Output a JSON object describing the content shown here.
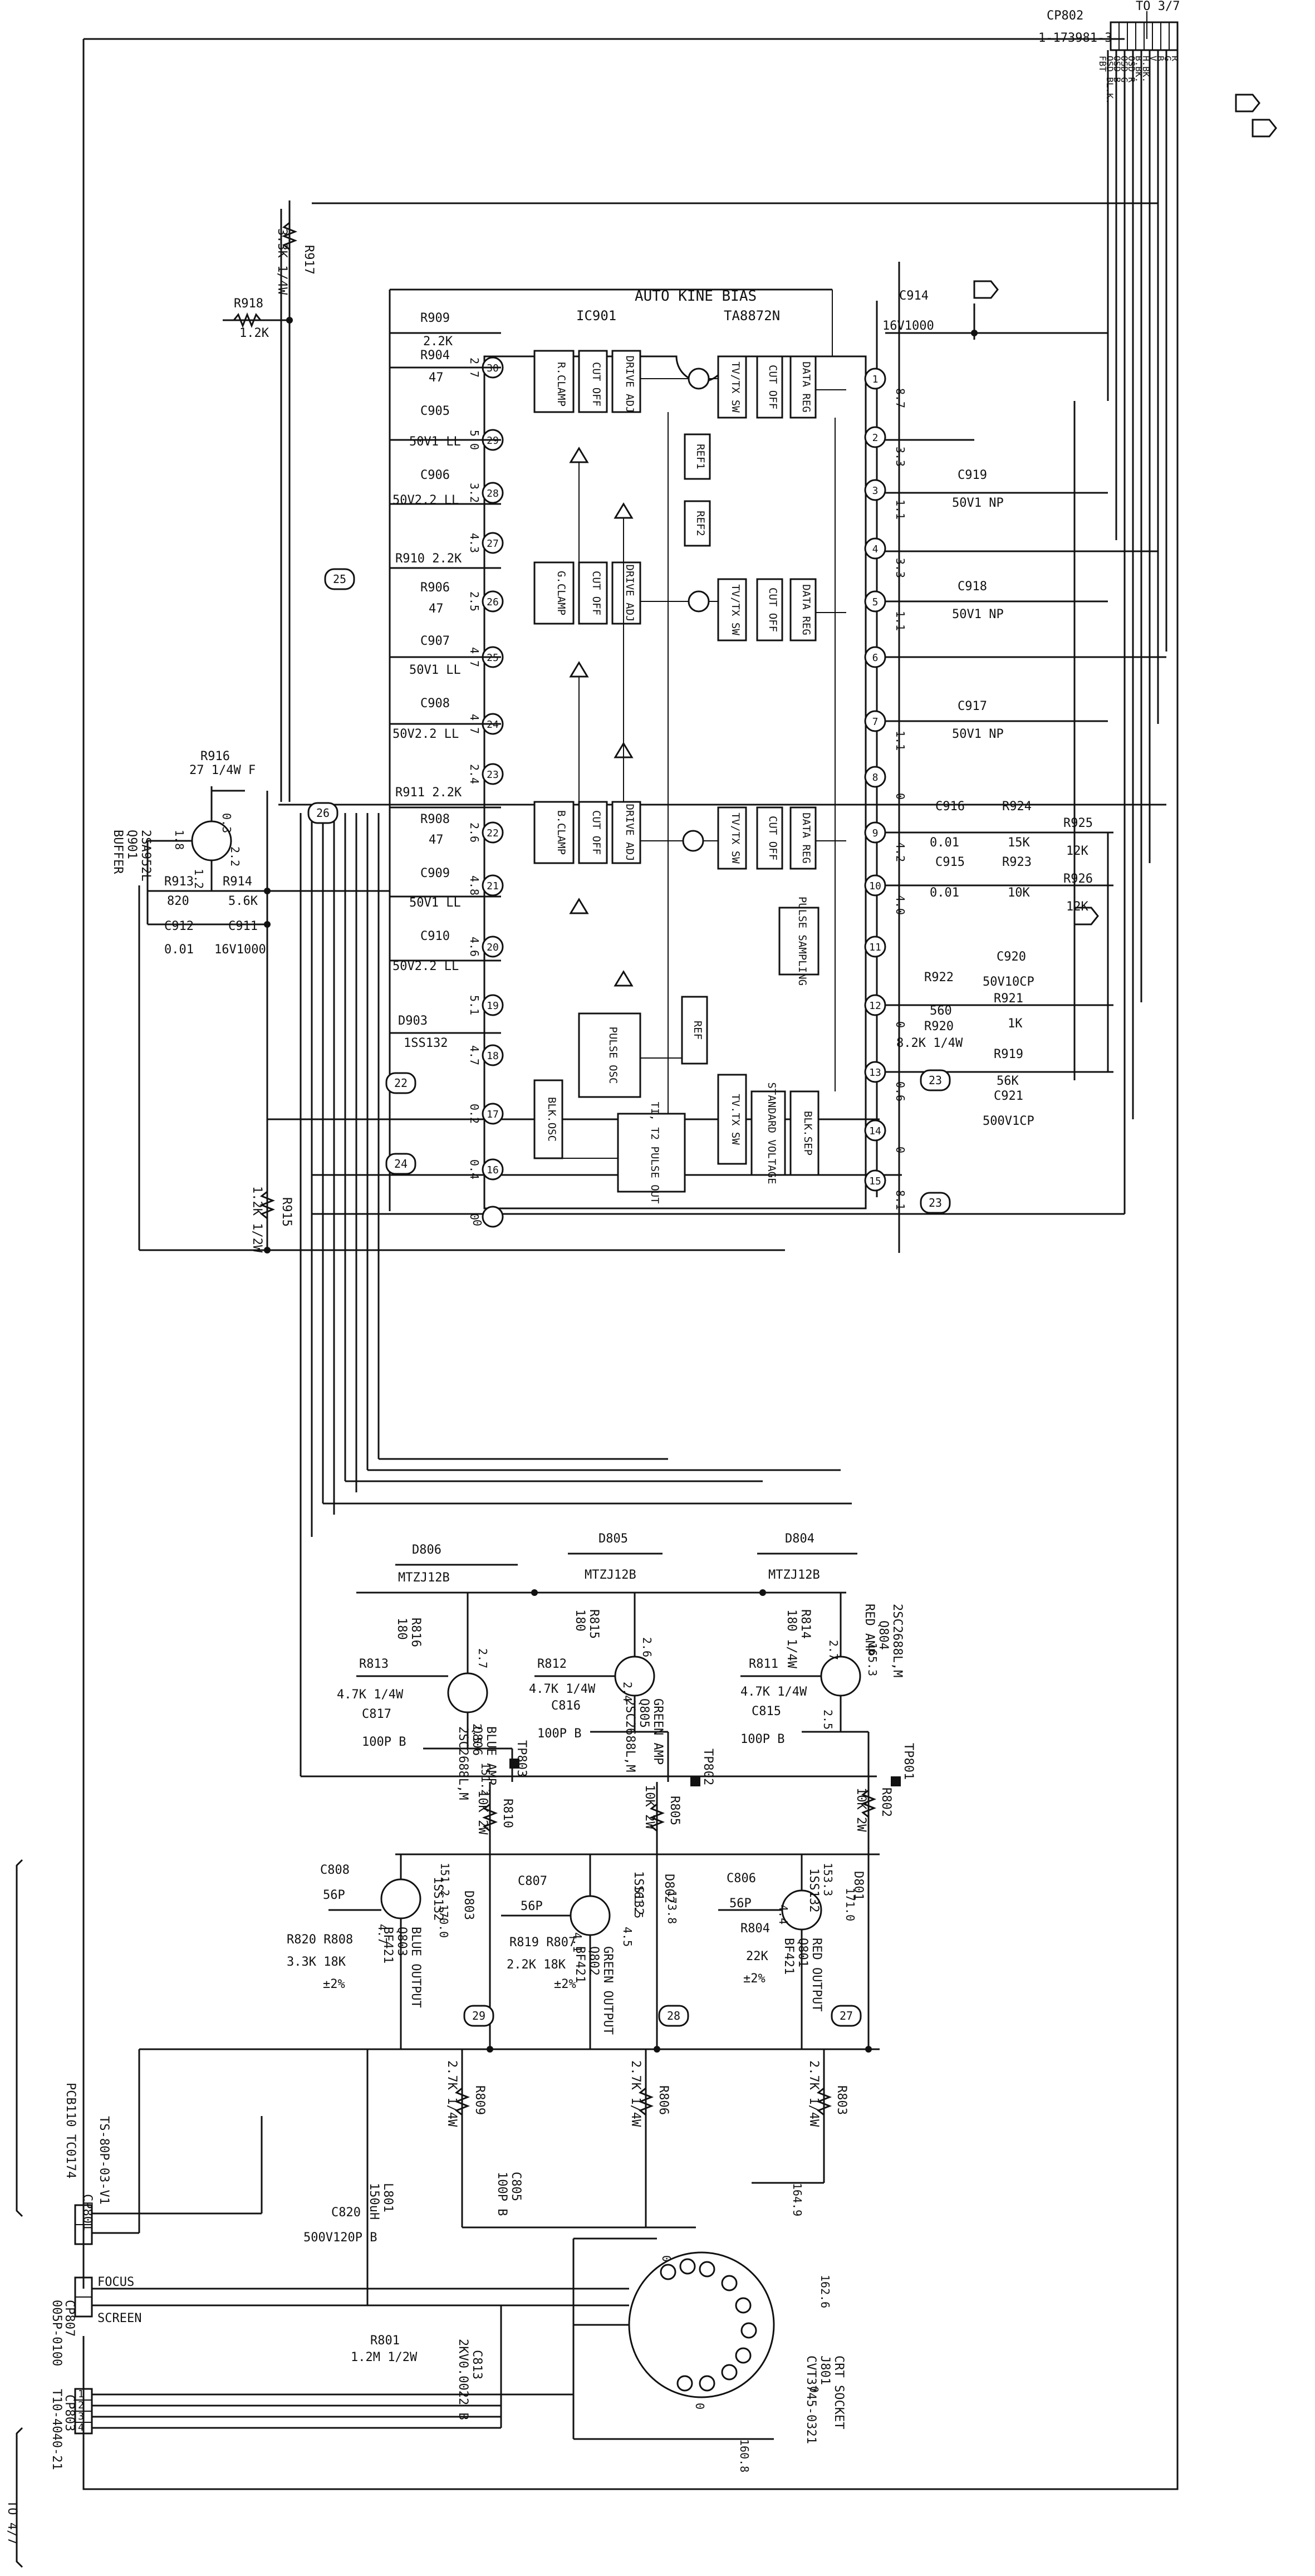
{
  "header": {
    "connector": "CP802",
    "part": "1-173981-3",
    "to_sheet": "TO 3/7",
    "pins": [
      "R",
      "G",
      "B",
      "V",
      "H.BK.",
      "B.BK.",
      "OSD R",
      "OSD G",
      "OSD B",
      "OSD BL.K.",
      "FBT"
    ]
  },
  "ic": {
    "title": "AUTO KINE BIAS",
    "ref": "IC901",
    "part": "TA8872N",
    "blocks": [
      "R.CLAMP",
      "CUT OFF",
      "DRIVE ADJ",
      "G.CLAMP",
      "CUT OFF",
      "DRIVE ADJ",
      "B.CLAMP",
      "CUT OFF",
      "DRIVE ADJ",
      "TV/TX SW",
      "CUT OFF",
      "DATA REG",
      "TV/TX SW",
      "CUT OFF",
      "DATA REG",
      "TV/TX SW",
      "CUT OFF",
      "DATA REG",
      "REF1",
      "REF2",
      "PULSE SAMPLING",
      "PULSE OSC",
      "TI, T2 PULSE OUT",
      "BLK.OSC",
      "TV.TX SW",
      "STANDARD VOLTAGE",
      "BLK.SEP",
      "REF"
    ],
    "left_pins": [
      {
        "n": "30",
        "v": "2.7"
      },
      {
        "n": "29",
        "v": "5.0"
      },
      {
        "n": "28",
        "v": "3.2"
      },
      {
        "n": "27",
        "v": "4.3"
      },
      {
        "n": "26",
        "v": "2.5"
      },
      {
        "n": "25",
        "v": "4.7"
      },
      {
        "n": "24",
        "v": "4.7"
      },
      {
        "n": "23",
        "v": "2.4"
      },
      {
        "n": "22",
        "v": "2.6"
      },
      {
        "n": "21",
        "v": "4.8"
      },
      {
        "n": "20",
        "v": "4.6"
      },
      {
        "n": "19",
        "v": "5.1"
      },
      {
        "n": "18",
        "v": "4.7"
      },
      {
        "n": "17",
        "v": "0.2"
      },
      {
        "n": "16",
        "v": "0.4"
      },
      {
        "n": "",
        "v": "0"
      }
    ],
    "right_pins": [
      {
        "n": "1",
        "v": "8.7"
      },
      {
        "n": "2",
        "v": "3.3"
      },
      {
        "n": "3",
        "v": "1.1"
      },
      {
        "n": "4",
        "v": "3.3"
      },
      {
        "n": "5",
        "v": "1.1"
      },
      {
        "n": "6",
        "v": ""
      },
      {
        "n": "7",
        "v": "1.1"
      },
      {
        "n": "8",
        "v": "0"
      },
      {
        "n": "9",
        "v": "4.2"
      },
      {
        "n": "10",
        "v": "4.0"
      },
      {
        "n": "11",
        "v": ""
      },
      {
        "n": "12",
        "v": "0"
      },
      {
        "n": "13",
        "v": "0.6"
      },
      {
        "n": "14",
        "v": "0"
      },
      {
        "n": "15",
        "v": "8.1"
      }
    ]
  },
  "components": {
    "R917": [
      "R917",
      "3.3K 1/4W"
    ],
    "R918": [
      "R918",
      "1.2K"
    ],
    "R909": [
      "R909",
      "2.2K",
      "R904",
      "47"
    ],
    "C905": [
      "C905",
      "50V1 LL"
    ],
    "C906": [
      "C906",
      "50V2.2 LL"
    ],
    "R910": [
      "R910 2.2K",
      "R906",
      "47"
    ],
    "C907": [
      "C907",
      "50V1 LL"
    ],
    "C908": [
      "C908",
      "50V2.2 LL"
    ],
    "R911": [
      "R911 2.2K",
      "R908",
      "47"
    ],
    "C909": [
      "C909",
      "50V1 LL"
    ],
    "C910": [
      "C910",
      "50V2.2 LL"
    ],
    "D903": [
      "D903",
      "1SS132"
    ],
    "R916": [
      "R916",
      "27 1/4W F"
    ],
    "Q901": [
      "BUFFER",
      "Q901",
      "2SA952L"
    ],
    "R913": [
      "R913",
      "820"
    ],
    "R914": [
      "R914",
      "5.6K"
    ],
    "C912": [
      "C912",
      "0.01"
    ],
    "C911": [
      "C911",
      "16V1000"
    ],
    "R915": [
      "R915",
      "1.2K 1/2W"
    ],
    "C914": [
      "C914",
      "16V1000"
    ],
    "C919": [
      "C919",
      "50V1 NP"
    ],
    "C918": [
      "C918",
      "50V1 NP"
    ],
    "C917": [
      "C917",
      "50V1 NP"
    ],
    "C916": [
      "C916",
      "0.01"
    ],
    "R924": [
      "R924",
      "15K"
    ],
    "R925": [
      "R925",
      "12K"
    ],
    "C915": [
      "C915",
      "0.01"
    ],
    "R923": [
      "R923",
      "10K"
    ],
    "R926": [
      "R926",
      "12K"
    ],
    "R922": [
      "R922",
      "560"
    ],
    "C920": [
      "C920",
      "50V10CP"
    ],
    "R921": [
      "R921",
      "1K"
    ],
    "R920": [
      "R920",
      "8.2K 1/4W"
    ],
    "R919": [
      "R919",
      "56K"
    ],
    "C921": [
      "C921",
      "500V1CP"
    ],
    "D806": [
      "D806",
      "MTZJ12B"
    ],
    "D805": [
      "D805",
      "MTZJ12B"
    ],
    "D804": [
      "D804",
      "MTZJ12B"
    ],
    "R816": [
      "R816",
      "180"
    ],
    "R815": [
      "R815",
      "180"
    ],
    "R814": [
      "R814",
      "180 1/4W"
    ],
    "R813": [
      "R813",
      "4.7K 1/4W"
    ],
    "R812": [
      "R812",
      "4.7K 1/4W"
    ],
    "R811": [
      "R811",
      "4.7K 1/4W"
    ],
    "C817": [
      "C817",
      "100P B"
    ],
    "C816": [
      "C816",
      "100P B"
    ],
    "C815": [
      "C815",
      "100P B"
    ],
    "Q806": [
      "BLUE AMP",
      "Q806",
      "2SC2688L,M"
    ],
    "Q805": [
      "GREEN AMP",
      "Q805",
      "2SC2688L,M"
    ],
    "Q804": [
      "RED AMP",
      "Q804",
      "2SC2688L,M"
    ],
    "R810": [
      "R810",
      "10K 2W"
    ],
    "R805": [
      "R805",
      "10K 2W"
    ],
    "R802": [
      "R802",
      "10K 2W"
    ],
    "TP803": "TP803",
    "TP802": "TP802",
    "TP801": "TP801",
    "C808": [
      "C808",
      "56P"
    ],
    "C807": [
      "C807",
      "56P"
    ],
    "C806": [
      "C806",
      "56P"
    ],
    "D803": [
      "D803",
      "1SS132"
    ],
    "D802": [
      "D802",
      "1SS132"
    ],
    "D801": [
      "D801",
      "1SS132"
    ],
    "R820": [
      "R820 R808",
      "3.3K 18K",
      "±2%"
    ],
    "R819": [
      "R819 R807",
      "2.2K 18K",
      "±2%"
    ],
    "R804": [
      "R804",
      "22K",
      "±2%"
    ],
    "Q803": [
      "BLUE OUTPUT",
      "Q803",
      "BF421"
    ],
    "Q802": [
      "GREEN OUTPUT",
      "Q802",
      "BF421"
    ],
    "Q801": [
      "RED OUTPUT",
      "Q801",
      "BF421"
    ],
    "R809": [
      "R809",
      "2.7K 1/4W"
    ],
    "R806": [
      "R806",
      "2.7K 1/4W"
    ],
    "R803": [
      "R803",
      "2.7K 1/4W"
    ],
    "C805": [
      "C805",
      "100P B"
    ],
    "C820": [
      "C820",
      "500V120P B"
    ],
    "L801": [
      "L801",
      "150uH"
    ],
    "R801": [
      "R801",
      "1.2M 1/2W"
    ],
    "C813": [
      "C813",
      "2KV0.0022 B"
    ],
    "CRT": [
      "CRT SOCKET",
      "J801",
      "CVT3745-0321"
    ]
  },
  "voltages": [
    "151.2",
    "170.0",
    "161.5",
    "173.8",
    "171.0",
    "165.3",
    "153.3",
    "151.2",
    "2.7",
    "2.5",
    "2.6",
    "2.4",
    "2.7",
    "2.5",
    "4.5",
    "4.7",
    "4.1",
    "4.4",
    "164.9",
    "162.6",
    "160.8",
    "0",
    "0",
    "0",
    "0.3",
    "1.8",
    "1.2",
    "2.2",
    "0"
  ],
  "markers": [
    "25",
    "26",
    "22",
    "24",
    "23",
    "29",
    "28",
    "27",
    "23"
  ],
  "left_edge": {
    "board": "PCB110 TC0174",
    "cp801": [
      "CP801",
      "TS-80P-03-V1"
    ],
    "cp807": [
      "CP807",
      "005P-0100"
    ],
    "cp803": [
      "CP803",
      "T10-4040-21"
    ],
    "focus": "FOCUS",
    "screen": "SCREEN",
    "to_sheet": "TO 4/7",
    "pins": [
      "1",
      "2",
      "3",
      "4"
    ]
  },
  "chart_data": {
    "type": "diagram",
    "nodes": [
      "CP802",
      "IC901 TA8872N",
      "Q901 2SA952L",
      "Q804 RED AMP",
      "Q805 GREEN AMP",
      "Q806 BLUE AMP",
      "Q801 RED OUTPUT",
      "Q802 GREEN OUTPUT",
      "Q803 BLUE OUTPUT",
      "J801 CRT SOCKET",
      "CP801",
      "CP807",
      "CP803"
    ],
    "edges": [
      [
        "CP802",
        "IC901 TA8872N"
      ],
      [
        "IC901 TA8872N",
        "Q804 RED AMP"
      ],
      [
        "IC901 TA8872N",
        "Q805 GREEN AMP"
      ],
      [
        "IC901 TA8872N",
        "Q806 BLUE AMP"
      ],
      [
        "Q804 RED AMP",
        "Q801 RED OUTPUT"
      ],
      [
        "Q805 GREEN AMP",
        "Q802 GREEN OUTPUT"
      ],
      [
        "Q806 BLUE AMP",
        "Q803 BLUE OUTPUT"
      ],
      [
        "Q801 RED OUTPUT",
        "J801 CRT SOCKET"
      ],
      [
        "Q802 GREEN OUTPUT",
        "J801 CRT SOCKET"
      ],
      [
        "Q803 BLUE OUTPUT",
        "J801 CRT SOCKET"
      ],
      [
        "CP801",
        "J801 CRT SOCKET"
      ],
      [
        "CP807",
        "J801 CRT SOCKET"
      ],
      [
        "CP803",
        "J801 CRT SOCKET"
      ],
      [
        "Q901 2SA952L",
        "IC901 TA8872N"
      ]
    ]
  }
}
